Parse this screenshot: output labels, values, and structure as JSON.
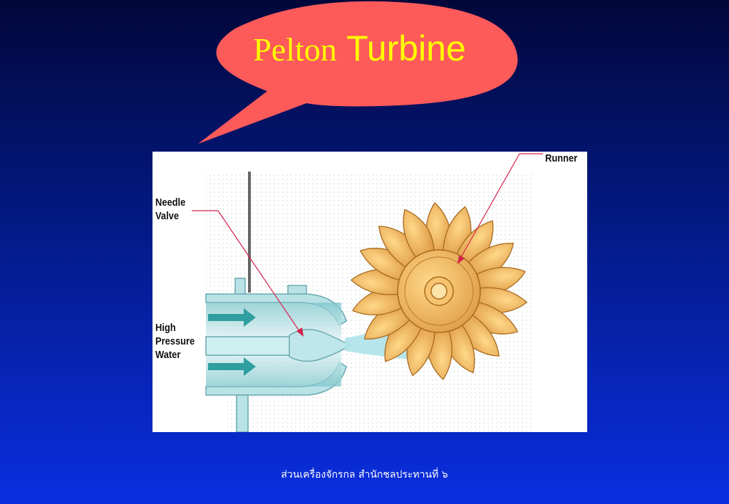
{
  "title": {
    "word1": "Pelton",
    "word2": "Turbine"
  },
  "labels": {
    "runner": "Runner",
    "needle_valve": [
      "Needle",
      "Valve"
    ],
    "high_pressure_water": [
      "High",
      "Pressure",
      "Water"
    ]
  },
  "footer": "ส่วนเครื่องจักรกล   สำนักชลประทานที่ ๖",
  "colors": {
    "bubble": "#fd5a5a",
    "title": "#ffff00",
    "turbine": "#f0b050",
    "water": "#aee3ea",
    "pointer": "#d4224a"
  }
}
